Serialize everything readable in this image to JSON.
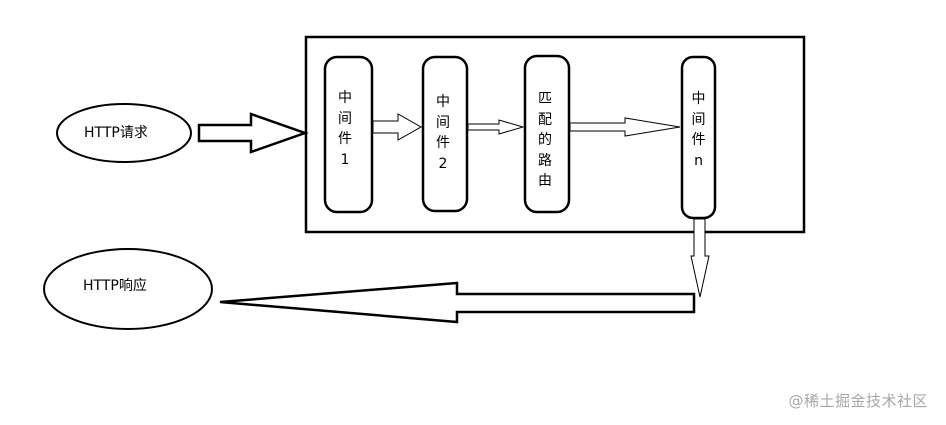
{
  "request_label": "HTTP请求",
  "response_label": "HTTP响应",
  "middleware_1": "中\n间\n件\n1",
  "middleware_2": "中\n间\n件\n2",
  "matched_route": "匹\n配\n的\n路\n由",
  "middleware_n": "中\n间\n件\nn",
  "watermark": "@稀土掘金技术社区"
}
